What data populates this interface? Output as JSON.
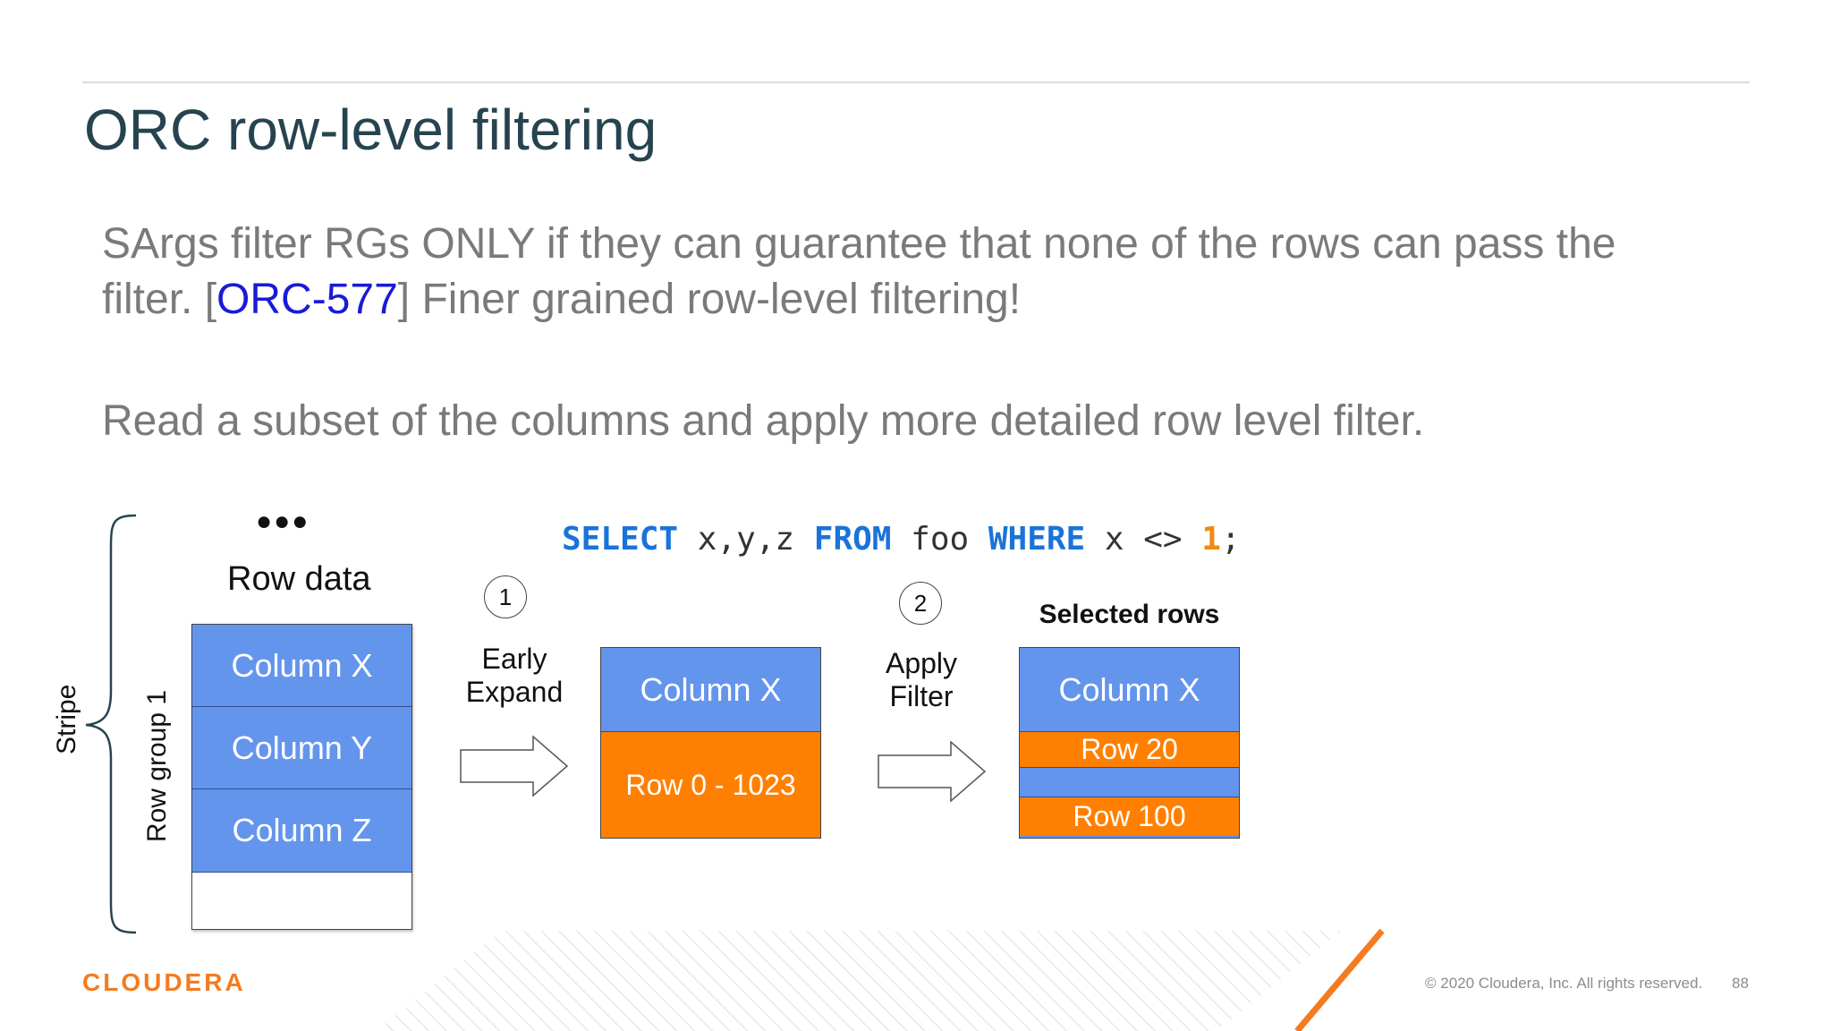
{
  "slide": {
    "title": "ORC row-level filtering",
    "para1_line1": "SArgs filter RGs ONLY if they can guarantee that none of the rows can pass the",
    "para1_line2_pre": "filter. [",
    "para1_link": "ORC-577",
    "para1_line2_post": "] Finer grained row-level filtering!",
    "para2": "Read a subset of the columns and apply more detailed row level filter."
  },
  "sql": {
    "select": "SELECT",
    "cols": " x,y,z ",
    "from": "FROM",
    "table": " foo ",
    "where": "WHERE",
    "cond": " x <> ",
    "value": "1",
    "end": ";"
  },
  "diagram": {
    "dots": "●●●",
    "row_data": "Row data",
    "stripe": "Stripe",
    "row_group": "Row group 1",
    "columns": [
      "Column X",
      "Column Y",
      "Column Z"
    ],
    "step1_num": "1",
    "step1_line1": "Early",
    "step1_line2": "Expand",
    "mid_column": "Column X",
    "mid_rows": "Row 0 - 1023",
    "step2_num": "2",
    "step2_line1": "Apply",
    "step2_line2": "Filter",
    "selected_title": "Selected rows",
    "right_column": "Column X",
    "row_a": "Row 20",
    "row_b": "Row 100"
  },
  "footer": {
    "logo": "CLOUDERA",
    "copyright": "© 2020 Cloudera, Inc. All rights reserved.",
    "page": "88"
  },
  "colors": {
    "blue_cell": "#6495ed",
    "orange_cell": "#ff8000",
    "title": "#26444f",
    "link": "#1a1ad6",
    "logo": "#f47b20"
  }
}
